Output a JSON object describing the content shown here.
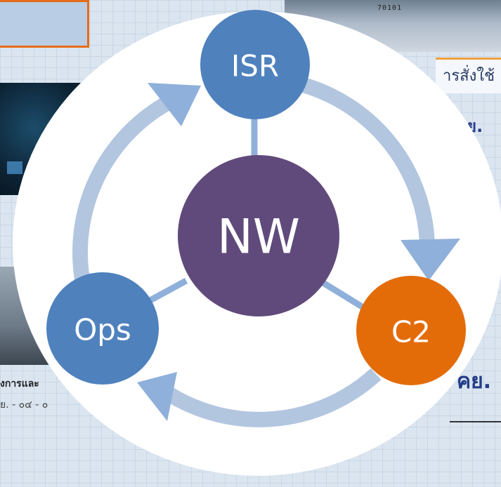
{
  "background": {
    "jet_tail_number": "70101",
    "right_text_1": "ารสั่งใช้",
    "right_text_2": "ย.",
    "right_text_3": "ย",
    "right_text_4": "คย.",
    "left_text_1": "งการและ",
    "left_text_2": "ย. - ๐๔ - ๐"
  },
  "diagram": {
    "center": {
      "label": "NW",
      "color": "#604a7b"
    },
    "nodes": [
      {
        "label": "ISR",
        "color": "#4f81bd"
      },
      {
        "label": "C2",
        "color": "#e36c09"
      },
      {
        "label": "Ops",
        "color": "#4f81bd"
      }
    ],
    "cycle_color": "#b3c6e0",
    "arrow_color": "#8fb0da",
    "spoke_color": "#8fb0da"
  }
}
